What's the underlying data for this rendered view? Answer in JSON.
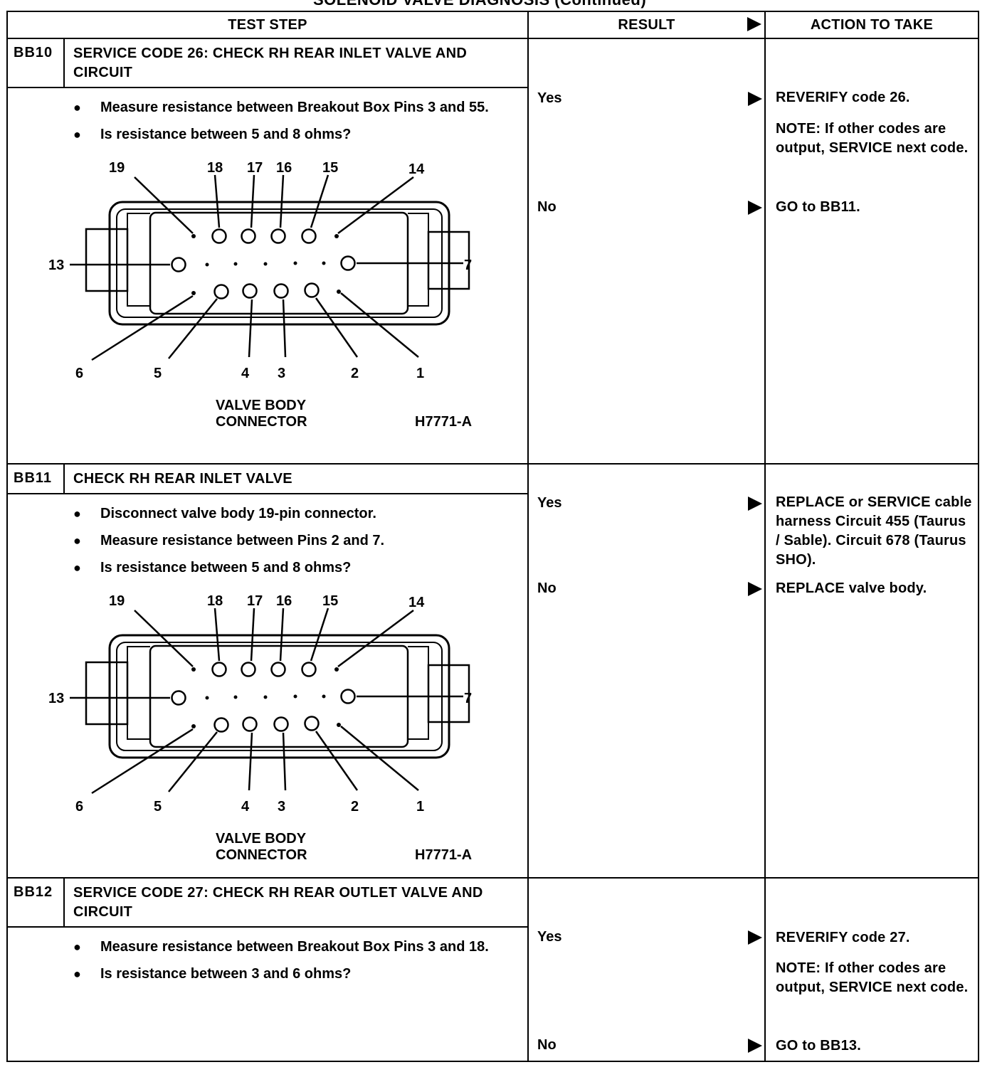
{
  "page_title": "SOLENOID VALVE DIAGNOSIS (Continued)",
  "headers": {
    "test_step": "TEST STEP",
    "result": "RESULT",
    "action": "ACTION TO TAKE"
  },
  "steps": [
    {
      "id": "BB10",
      "title": "SERVICE CODE 26: CHECK RH REAR INLET VALVE AND CIRCUIT",
      "bullets": [
        "Measure resistance between Breakout Box Pins 3 and 55.",
        "Is resistance between 5 and 8 ohms?"
      ],
      "diagram": {
        "pin_labels": [
          "19",
          "18",
          "17",
          "16",
          "15",
          "14",
          "13",
          "7",
          "6",
          "5",
          "4",
          "3",
          "2",
          "1"
        ],
        "caption_line1": "VALVE BODY",
        "caption_line2": "CONNECTOR",
        "figure_id": "H7771-A"
      },
      "results": [
        {
          "label": "Yes",
          "action_lines": [
            "REVERIFY code 26."
          ],
          "note": "NOTE: If other codes are output, SERVICE next code."
        },
        {
          "label": "No",
          "action_lines": [
            "GO to BB11."
          ],
          "note": ""
        }
      ]
    },
    {
      "id": "BB11",
      "title": "CHECK RH REAR INLET VALVE",
      "bullets": [
        "Disconnect valve body 19-pin connector.",
        "Measure resistance between Pins 2 and 7.",
        "Is resistance between 5 and 8 ohms?"
      ],
      "diagram": {
        "pin_labels": [
          "19",
          "18",
          "17",
          "16",
          "15",
          "14",
          "13",
          "7",
          "6",
          "5",
          "4",
          "3",
          "2",
          "1"
        ],
        "caption_line1": "VALVE BODY",
        "caption_line2": "CONNECTOR",
        "figure_id": "H7771-A"
      },
      "results": [
        {
          "label": "Yes",
          "action_lines": [
            "REPLACE or SERVICE cable harness Circuit 455 (Taurus / Sable). Circuit 678 (Taurus SHO)."
          ],
          "note": ""
        },
        {
          "label": "No",
          "action_lines": [
            "REPLACE valve body."
          ],
          "note": ""
        }
      ]
    },
    {
      "id": "BB12",
      "title": "SERVICE CODE 27: CHECK RH REAR OUTLET VALVE AND CIRCUIT",
      "bullets": [
        "Measure resistance between Breakout Box Pins 3 and 18.",
        "Is resistance between 3 and 6 ohms?"
      ],
      "results": [
        {
          "label": "Yes",
          "action_lines": [
            "REVERIFY code 27."
          ],
          "note": "NOTE: If other codes are output, SERVICE next code."
        },
        {
          "label": "No",
          "action_lines": [
            "GO to BB13."
          ],
          "note": ""
        }
      ]
    }
  ]
}
